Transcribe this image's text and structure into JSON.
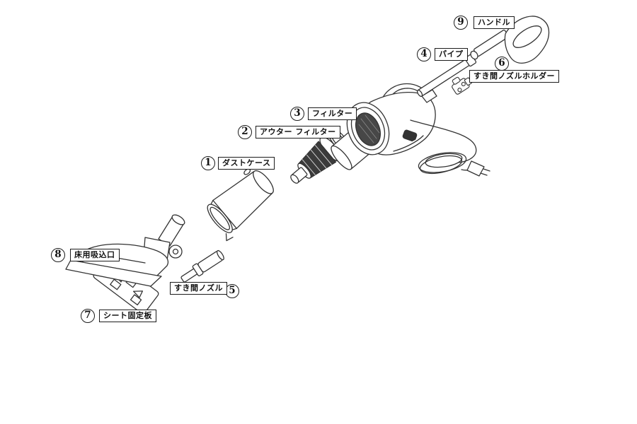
{
  "diagram_type": "vacuum-cleaner-exploded-parts-diagram",
  "colors": {
    "background": "#ffffff",
    "line": "#333333",
    "dark_fill": "#3b3b3b"
  },
  "parts": [
    {
      "number": "1",
      "label": "ダストケース"
    },
    {
      "number": "2",
      "label": "アウター フィルター"
    },
    {
      "number": "3",
      "label": "フィルター"
    },
    {
      "number": "4",
      "label": "パイプ"
    },
    {
      "number": "5",
      "label": "すき間ノズル"
    },
    {
      "number": "6",
      "label": "すき間ノズルホルダー"
    },
    {
      "number": "7",
      "label": "シート固定板"
    },
    {
      "number": "8",
      "label": "床用吸込口"
    },
    {
      "number": "9",
      "label": "ハンドル"
    }
  ]
}
